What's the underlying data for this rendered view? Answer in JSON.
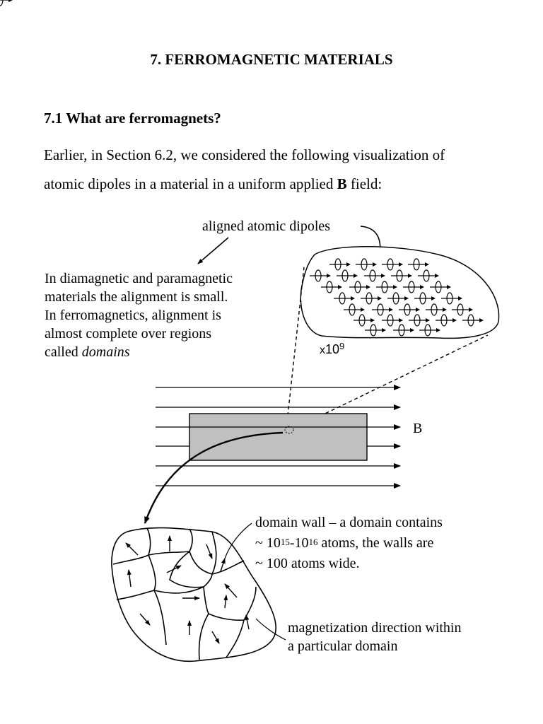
{
  "section_title": "7. FERROMAGNETIC MATERIALS",
  "subsection_title": "7.1 What are ferromagnets?",
  "intro": {
    "line1": "Earlier, in Section 6.2, we considered the following visualization of",
    "line2_before": "atomic dipoles in a material in a uniform applied ",
    "line2_bold": "B",
    "line2_after": " field:"
  },
  "figure": {
    "aligned_label": "aligned atomic dipoles",
    "left_note": {
      "line1": "In diamagnetic and paramagnetic",
      "line2": "materials the alignment is small.",
      "line3": "In ferromagnetics, alignment is",
      "line4": "almost complete over regions",
      "line5_prefix": "called ",
      "line5_italic": "domains"
    },
    "magnification": {
      "prefix": "x",
      "base": "10",
      "exponent": "9"
    },
    "field_label": "B",
    "domain_wall_note": {
      "line1": "domain wall – a domain contains",
      "line2_a": "~ 10",
      "line2_exp1": "15",
      "line2_b": "-10",
      "line2_exp2": "16",
      "line2_c": " atoms, the walls are",
      "line3": "~ 100 atoms wide."
    },
    "magnetization_note": {
      "line1": "magnetization direction within",
      "line2": "a particular domain"
    },
    "colors": {
      "sample_fill": "#c0c0c0",
      "ink": "#000000"
    }
  }
}
